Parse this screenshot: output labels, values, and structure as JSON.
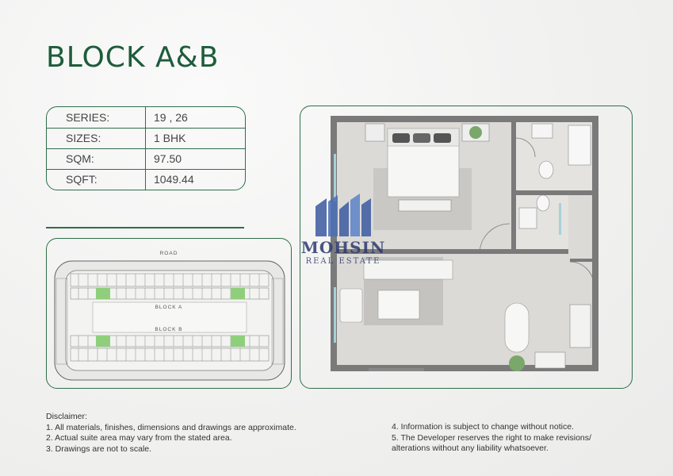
{
  "title": "BLOCK A&B",
  "specs": [
    {
      "label": "SERIES:",
      "value": "19 , 26"
    },
    {
      "label": "SIZES:",
      "value": "1  BHK"
    },
    {
      "label": "SQM:",
      "value": "97.50"
    },
    {
      "label": "SQFT:",
      "value": "1049.44"
    }
  ],
  "site_plan": {
    "road_label": "ROAD",
    "block_a_label": "BLOCK A",
    "block_b_label": "BLOCK B"
  },
  "watermark": {
    "name": "MOHSIN",
    "sub": "REAL ESTATE"
  },
  "disclaimer": {
    "heading": "Disclaimer:",
    "left": [
      "1. All materials, finishes, dimensions and drawings are approximate.",
      "2. Actual suite area may vary from the stated area.",
      "3. Drawings are not to scale."
    ],
    "right": [
      "4. Information is subject to change without notice.",
      "5. The Developer reserves the right to make revisions/",
      "alterations without any liability whatsoever."
    ]
  },
  "colors": {
    "brand_green": "#1e5c3a",
    "border_green": "#2f6e4a",
    "highlight_unit": "#8fcf7c",
    "watermark_blue": "#2b3a6e"
  }
}
